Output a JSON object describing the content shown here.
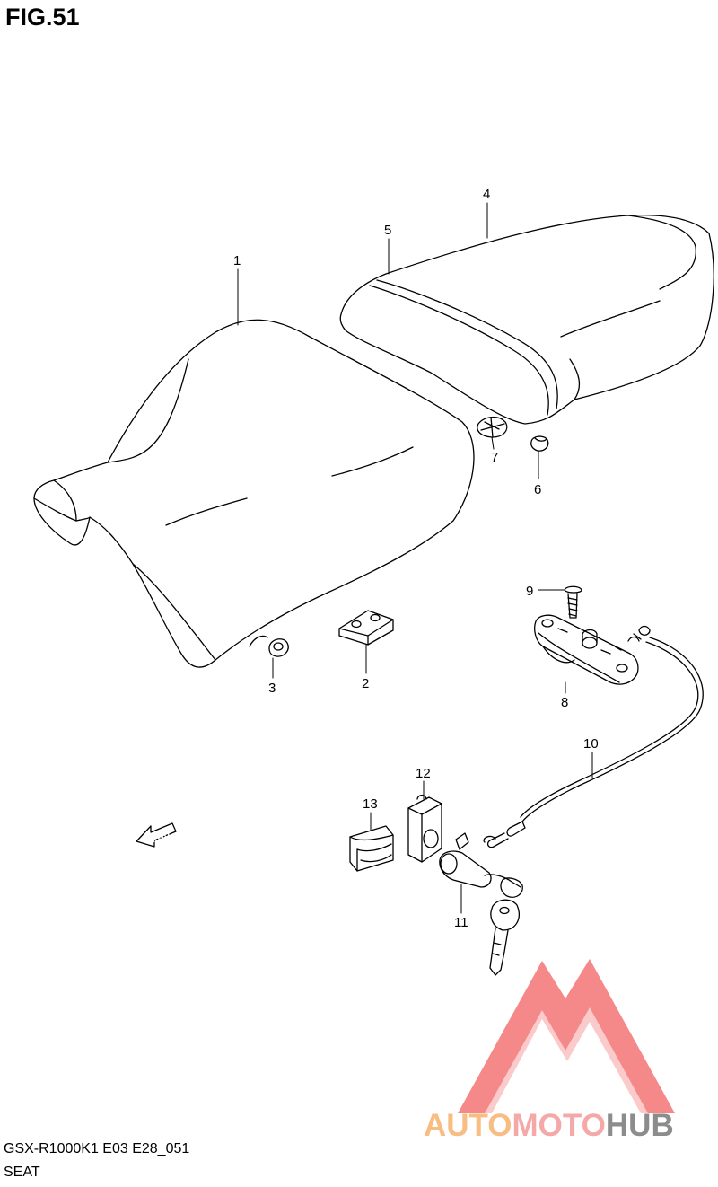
{
  "figure": {
    "title": "FIG.51",
    "model_code": "GSX-R1000K1 E03 E28_051",
    "section_name": "SEAT",
    "direction_label": "FWD"
  },
  "callouts": [
    {
      "id": "1",
      "label": "1"
    },
    {
      "id": "2",
      "label": "2"
    },
    {
      "id": "3",
      "label": "3"
    },
    {
      "id": "4",
      "label": "4"
    },
    {
      "id": "5",
      "label": "5"
    },
    {
      "id": "6",
      "label": "6"
    },
    {
      "id": "7",
      "label": "7"
    },
    {
      "id": "8",
      "label": "8"
    },
    {
      "id": "9",
      "label": "9"
    },
    {
      "id": "10",
      "label": "10"
    },
    {
      "id": "11",
      "label": "11"
    },
    {
      "id": "12",
      "label": "12"
    },
    {
      "id": "13",
      "label": "13"
    }
  ],
  "watermark": {
    "part_1": "AUTO",
    "part_2": "MOTO",
    "part_3": "HUB",
    "colors": {
      "auto": "#f7bd82",
      "moto": "#f4a8a8",
      "hub": "#8c8c8c",
      "triangle": "#f47c7c"
    }
  }
}
